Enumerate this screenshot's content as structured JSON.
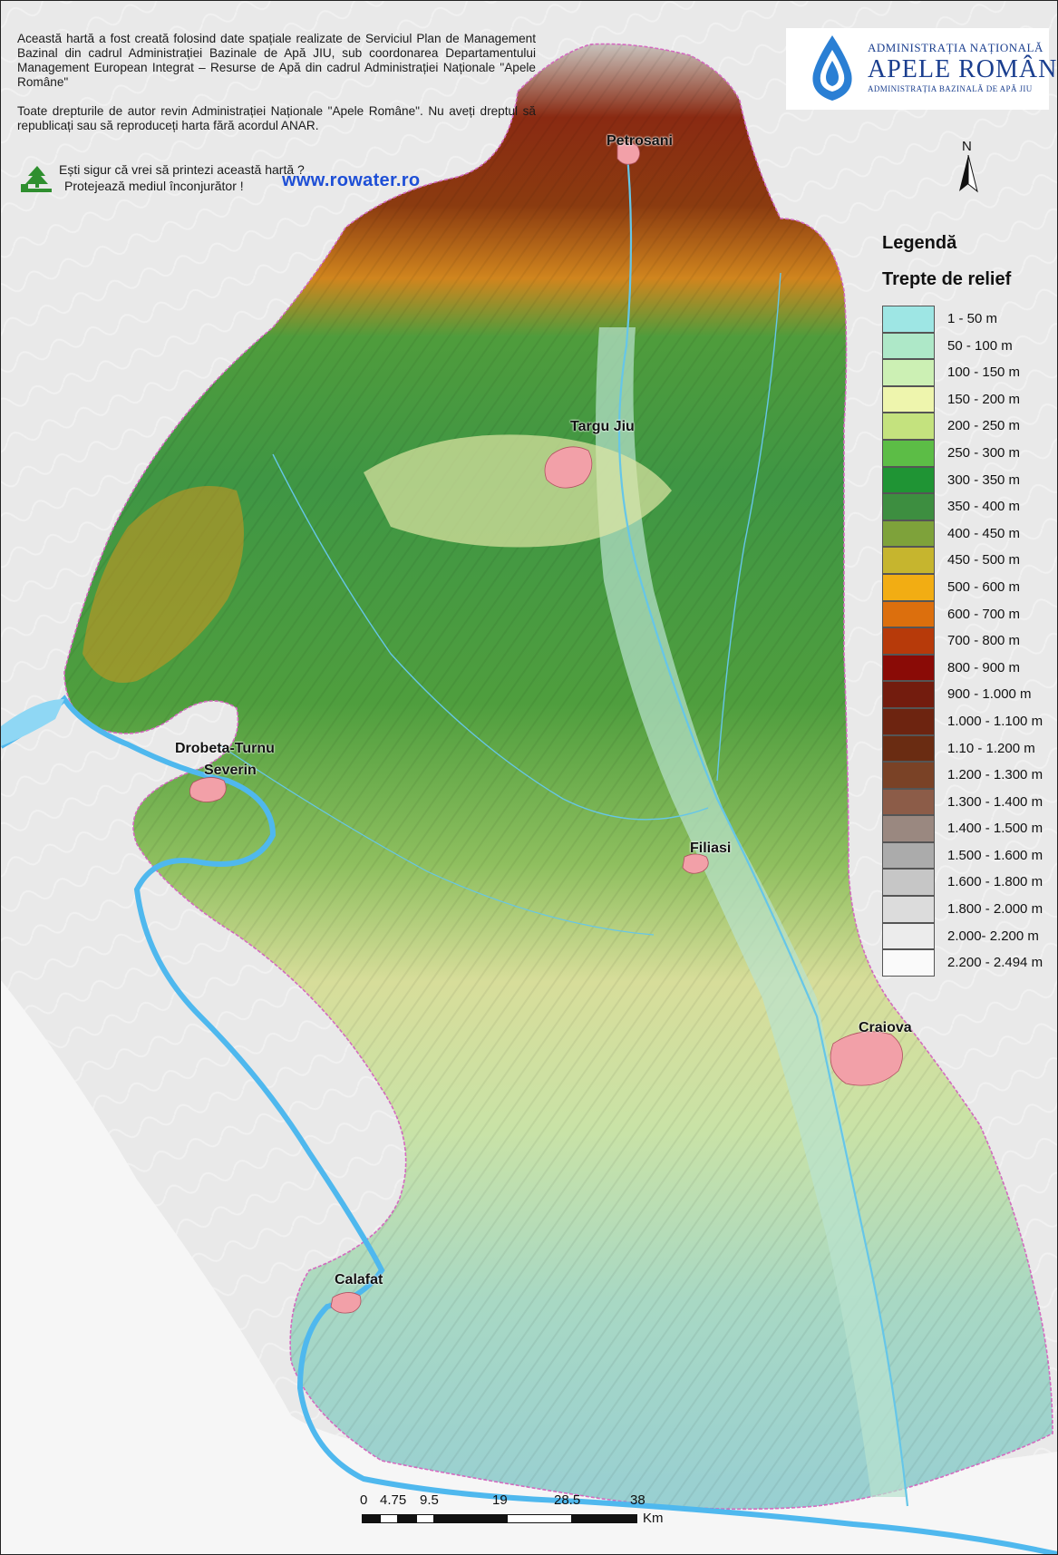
{
  "credits": {
    "paragraph1": "Această hartă a fost creată folosind date spațiale realizate de Serviciul Plan de Management Bazinal din cadrul Administrației Bazinale de Apă JIU, sub coordonarea Departamentului Management European Integrat – Resurse de Apă din cadrul Administrației Naționale \"Apele Române\"",
    "paragraph2": "Toate drepturile de autor revin Administrației Naționale \"Apele Române\". Nu aveți dreptul să republicați sau să reproduceți harta fără acordul ANAR."
  },
  "print_note": {
    "line1": "Ești sigur că vrei să printezi această hartă ?",
    "line2": "Protejează mediul înconjurător !",
    "url": "www.rowater.ro",
    "icon": "tree-print-icon"
  },
  "logo": {
    "line1": "ADMINISTRAȚIA NAȚIONALĂ",
    "line2": "APELE ROMÂNE",
    "line3": "ADMINISTRAȚIA BAZINALĂ DE APĂ JIU",
    "icon": "water-drop-logo-icon"
  },
  "cities": {
    "petrosani": "Petrosani",
    "targu_jiu": "Targu Jiu",
    "drobeta_1": "Drobeta-Turnu",
    "drobeta_2": "Severin",
    "filiasi": "Filiasi",
    "craiova": "Craiova",
    "calafat": "Calafat"
  },
  "north_arrow": {
    "label": "N",
    "icon": "north-arrow-icon"
  },
  "legend": {
    "title": "Legendă",
    "subtitle": "Trepte de relief",
    "classes": [
      {
        "label": "1 - 50 m",
        "color": "#9ee6e4"
      },
      {
        "label": "50 - 100 m",
        "color": "#aee8c8"
      },
      {
        "label": "100 - 150 m",
        "color": "#ccf0b4"
      },
      {
        "label": "150 - 200 m",
        "color": "#eef5ad"
      },
      {
        "label": "200 - 250 m",
        "color": "#c4e27e"
      },
      {
        "label": "250 - 300 m",
        "color": "#5cbd46"
      },
      {
        "label": "300 - 350 m",
        "color": "#1f9434"
      },
      {
        "label": "350 - 400 m",
        "color": "#3d8e40"
      },
      {
        "label": "400 - 450 m",
        "color": "#7ea23a"
      },
      {
        "label": "450 - 500 m",
        "color": "#c6b52e"
      },
      {
        "label": "500 - 600 m",
        "color": "#f2ad13"
      },
      {
        "label": "600 - 700 m",
        "color": "#dc6f0d"
      },
      {
        "label": "700 - 800 m",
        "color": "#b73a0a"
      },
      {
        "label": "800 - 900 m",
        "color": "#8a0b06"
      },
      {
        "label": "900 - 1.000 m",
        "color": "#731c0e"
      },
      {
        "label": "1.000 - 1.100 m",
        "color": "#6d2410"
      },
      {
        "label": "1.10 - 1.200 m",
        "color": "#6a2c12"
      },
      {
        "label": "1.200 - 1.300 m",
        "color": "#7a4226"
      },
      {
        "label": "1.300 - 1.400 m",
        "color": "#8c5c48"
      },
      {
        "label": "1.400 - 1.500 m",
        "color": "#9a8880"
      },
      {
        "label": "1.500 - 1.600 m",
        "color": "#ababab"
      },
      {
        "label": "1.600 - 1.800 m",
        "color": "#c6c6c6"
      },
      {
        "label": "1.800 - 2.000 m",
        "color": "#dcdcdc"
      },
      {
        "label": "2.000- 2.200 m",
        "color": "#ececec"
      },
      {
        "label": "2.200 - 2.494 m",
        "color": "#fafafa"
      }
    ]
  },
  "scale": {
    "ticks": [
      "0",
      "4.75",
      "9.5",
      "19",
      "28.5",
      "38"
    ],
    "unit": "Km"
  }
}
